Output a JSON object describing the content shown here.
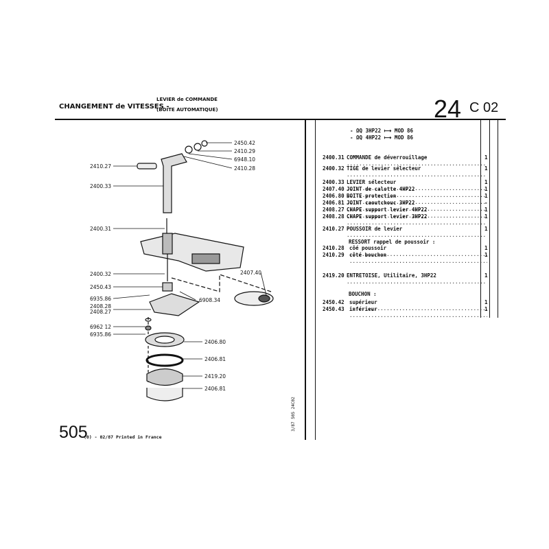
{
  "header": {
    "title": "CHANGEMENT de VITESSES -",
    "subtitle_1": "LEVIER de COMMANDE",
    "subtitle_2": "(BOITE AUTOMATIQUE)",
    "group": "24",
    "section": "C 02"
  },
  "applicability": [
    {
      "text": "- ΩQ 3HP22 ⟼ MOD 86"
    },
    {
      "text": "- ΩQ 4HP22 ⟼ MOD 86"
    }
  ],
  "parts": [
    {
      "ref": "2400.31",
      "desc": "COMMANDE de déverrouillage",
      "qty": "1"
    },
    {
      "ref": "2400.32",
      "desc": "TIGE de levier sélecteur",
      "qty": "1"
    },
    {
      "ref": "2400.33",
      "desc": "LEVIER sélecteur",
      "qty": "1"
    },
    {
      "ref": "2407.40",
      "desc": "JOINT de calotte 4HP22",
      "qty": "1"
    },
    {
      "ref": "2406.80",
      "desc": "BOITE protection",
      "qty": "1"
    },
    {
      "ref": "2406.81",
      "desc": "JOINT caoutchouc 3HP22",
      "qty": "-"
    },
    {
      "ref": "2408.27",
      "desc": "CHAPE support levier 4HP22",
      "qty": "1"
    },
    {
      "ref": "2408.28",
      "desc": "CHAPE support levier 3HP22",
      "qty": "1"
    },
    {
      "ref": "2410.27",
      "desc": "POUSSOIR de levier",
      "qty": "1"
    },
    {
      "ref": "2410.28",
      "desc": "côé poussoir",
      "qty": "1"
    },
    {
      "ref": "2410.29",
      "desc": "côté bouchon",
      "qty": "1"
    },
    {
      "ref": "2419.20",
      "desc": "ENTRETOISE, Utilitaire, 3HP22",
      "qty": "1"
    },
    {
      "ref": "2450.42",
      "desc": "supérieur",
      "qty": "1"
    },
    {
      "ref": "2450.43",
      "desc": "inférieur",
      "qty": "1"
    }
  ],
  "subheadings": {
    "ressort": "RESSORT rappel de poussoir :",
    "bouchon": "BOUCHON :"
  },
  "diagram_labels": [
    "2450.42",
    "2410.29",
    "6948.10",
    "2410.28",
    "2410.27",
    "2400.33",
    "2400.31",
    "2400.32",
    "2450.43",
    "6935.86",
    "2408.28",
    "2408.27",
    "6962 12",
    "6935.86",
    "6908.34",
    "2407.40",
    "2406.80",
    "2406.81",
    "2419.20",
    "2406.81"
  ],
  "footer": {
    "model": "505",
    "print_info": "(0) - 02/87 Printed in France",
    "vertical_ref": "3/87  505  24C02"
  }
}
